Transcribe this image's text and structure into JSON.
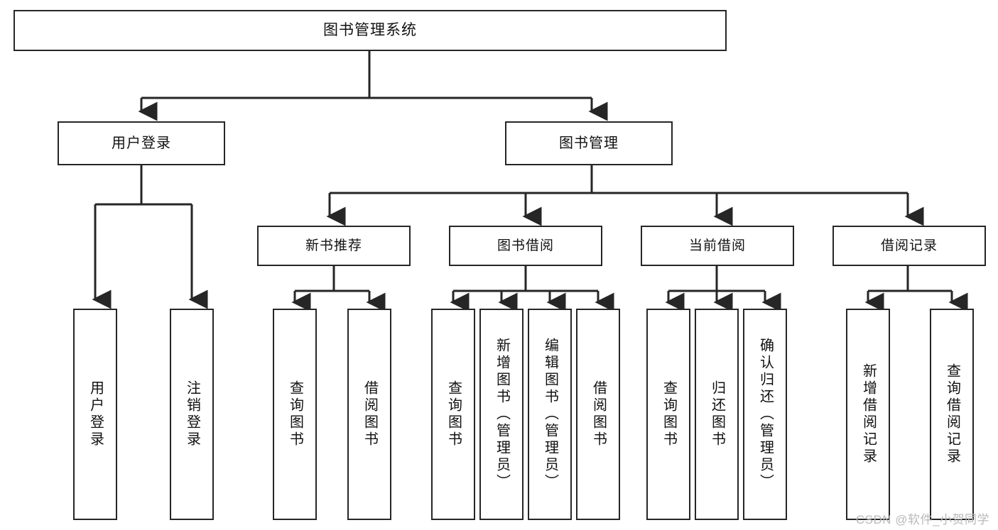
{
  "diagram": {
    "title": "图书管理系统",
    "type": "hierarchy-tree",
    "colors": {
      "box_border": "#262626",
      "box_fill": "#ffffff",
      "edge": "#262626",
      "text": "#111111",
      "watermark": "#b9b9b9",
      "background": "#ffffff"
    },
    "root": {
      "id": "root",
      "label": "图书管理系统"
    },
    "level2": [
      {
        "id": "login",
        "label": "用户登录"
      },
      {
        "id": "bookmgmt",
        "label": "图书管理"
      }
    ],
    "level3": [
      {
        "id": "newbook",
        "label": "新书推荐"
      },
      {
        "id": "borrow",
        "label": "图书借阅"
      },
      {
        "id": "current",
        "label": "当前借阅"
      },
      {
        "id": "records",
        "label": "借阅记录"
      }
    ],
    "leaves": {
      "login": [
        {
          "id": "leaf-user-login",
          "label": "用户登录"
        },
        {
          "id": "leaf-user-logout",
          "label": "注销登录"
        }
      ],
      "newbook": [
        {
          "id": "leaf-query-book-1",
          "label": "查询图书"
        },
        {
          "id": "leaf-borrow-book-1",
          "label": "借阅图书"
        }
      ],
      "borrow": [
        {
          "id": "leaf-query-book-2",
          "label": "查询图书"
        },
        {
          "id": "leaf-add-book",
          "label": "新增图书（管理员）"
        },
        {
          "id": "leaf-edit-book",
          "label": "编辑图书（管理员）"
        },
        {
          "id": "leaf-borrow-book-2",
          "label": "借阅图书"
        }
      ],
      "current": [
        {
          "id": "leaf-query-book-3",
          "label": "查询图书"
        },
        {
          "id": "leaf-return-book",
          "label": "归还图书"
        },
        {
          "id": "leaf-confirm-return",
          "label": "确认归还（管理员）"
        }
      ],
      "records": [
        {
          "id": "leaf-add-record",
          "label": "新增借阅记录"
        },
        {
          "id": "leaf-query-record",
          "label": "查询借阅记录"
        }
      ]
    }
  },
  "watermark": {
    "text": "CSDN @软件_小贺同学"
  }
}
